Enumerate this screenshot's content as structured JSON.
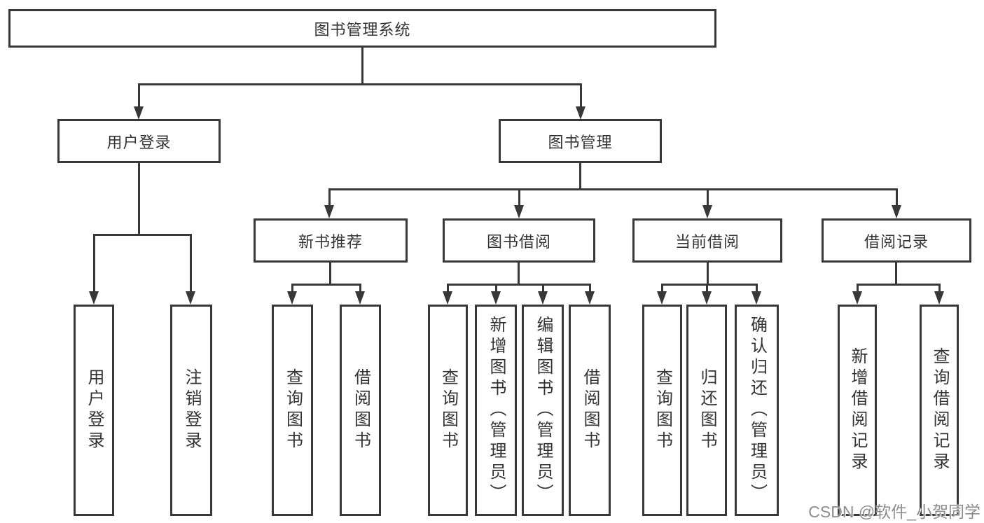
{
  "page": {
    "background": "#ffffff"
  },
  "colors": {
    "line": "#383838",
    "box_border": "#383838",
    "text": "#333333",
    "watermark": "#8d8d8d"
  },
  "watermark": {
    "text": "CSDN @软件_小贺同学"
  },
  "diagram": {
    "type": "hierarchy-tree",
    "root": {
      "label": "图书管理系统"
    },
    "level1": [
      {
        "label": "用户登录"
      },
      {
        "label": "图书管理"
      }
    ],
    "level2": [
      {
        "label": "新书推荐",
        "parent": "图书管理"
      },
      {
        "label": "图书借阅",
        "parent": "图书管理"
      },
      {
        "label": "当前借阅",
        "parent": "图书管理"
      },
      {
        "label": "借阅记录",
        "parent": "图书管理"
      }
    ],
    "leaves": [
      {
        "label": "用户登录",
        "parent": "用户登录"
      },
      {
        "label": "注销登录",
        "parent": "用户登录"
      },
      {
        "label": "查询图书",
        "parent": "新书推荐"
      },
      {
        "label": "借阅图书",
        "parent": "新书推荐"
      },
      {
        "label": "查询图书",
        "parent": "图书借阅"
      },
      {
        "label": "新增图书（管理员）",
        "parent": "图书借阅"
      },
      {
        "label": "编辑图书（管理员）",
        "parent": "图书借阅"
      },
      {
        "label": "借阅图书",
        "parent": "图书借阅"
      },
      {
        "label": "查询图书",
        "parent": "当前借阅"
      },
      {
        "label": "归还图书",
        "parent": "当前借阅"
      },
      {
        "label": "确认归还（管理员）",
        "parent": "当前借阅"
      },
      {
        "label": "新增借阅记录",
        "parent": "借阅记录"
      },
      {
        "label": "查询借阅记录",
        "parent": "借阅记录"
      }
    ]
  }
}
